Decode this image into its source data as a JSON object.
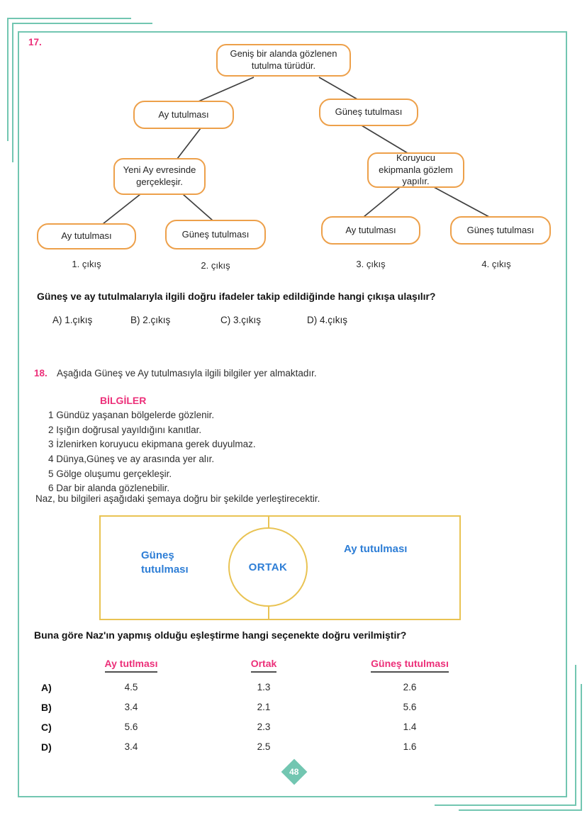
{
  "colors": {
    "teal": "#72c6b1",
    "pink": "#ec2f79",
    "orange": "#eda04a",
    "gold": "#e9c353",
    "blue": "#2e7ed6"
  },
  "page": {
    "number": "48"
  },
  "q17": {
    "number": "17.",
    "flowchart": {
      "root": "Geniş bir alanda gözlenen tutulma türüdür.",
      "level2": [
        "Ay tutulması",
        "Güneş tutulması"
      ],
      "level3": [
        "Yeni Ay evresinde gerçekleşir.",
        "Koruyucu ekipmanla gözlem yapılır."
      ],
      "level4": [
        "Ay tutulması",
        "Güneş tutulması",
        "Ay tutulması",
        "Güneş tutulması"
      ],
      "exits": [
        "1. çıkış",
        "2. çıkış",
        "3. çıkış",
        "4. çıkış"
      ]
    },
    "question": "Güneş ve ay tutulmalarıyla ilgili doğru ifadeler takip edildiğinde hangi çıkışa ulaşılır?",
    "options": [
      "A) 1.çıkış",
      "B) 2.çıkış",
      "C) 3.çıkış",
      "D) 4.çıkış"
    ]
  },
  "q18": {
    "number": "18.",
    "intro": "Aşağıda Güneş ve Ay tutulmasıyla  ilgili bilgiler yer almaktadır.",
    "info_title": "BİLGİLER",
    "info_items": [
      "1 Gündüz yaşanan bölgelerde gözlenir.",
      "2 Işığın doğrusal yayıldığını kanıtlar.",
      "3 İzlenirken koruyucu ekipmana gerek duyulmaz.",
      "4 Dünya,Güneş ve ay arasında yer alır.",
      "5 Gölge oluşumu gerçekleşir.",
      "6 Dar bir alanda gözlenebilir."
    ],
    "naz_line": "Naz, bu bilgileri aşağıdaki şemaya doğru bir şekilde yerleştirecektir.",
    "diagram": {
      "left_label": "Güneş tutulması",
      "center_label": "ORTAK",
      "right_label": "Ay tutulması"
    },
    "question": "Buna göre Naz'ın yapmış olduğu eşleştirme hangi seçenekte doğru verilmiştir?",
    "table": {
      "headers": [
        "Ay tutlması",
        "Ortak",
        "Güneş tutulması"
      ],
      "rows": [
        {
          "letter": "A)",
          "values": [
            "4.5",
            "1.3",
            "2.6"
          ]
        },
        {
          "letter": "B)",
          "values": [
            "3.4",
            "2.1",
            "5.6"
          ]
        },
        {
          "letter": "C)",
          "values": [
            "5.6",
            "2.3",
            "1.4"
          ]
        },
        {
          "letter": "D)",
          "values": [
            "3.4",
            "2.5",
            "1.6"
          ]
        }
      ]
    }
  }
}
